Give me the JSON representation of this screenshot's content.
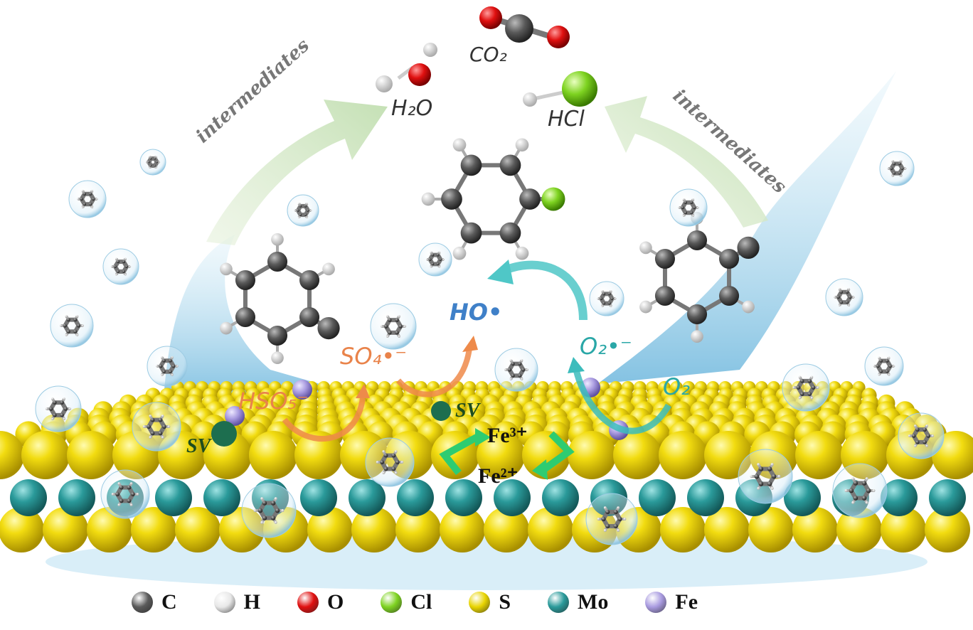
{
  "products": {
    "water": "H₂O",
    "co2": "CO₂",
    "hcl": "HCl"
  },
  "pathway_labels": {
    "left": "intermediates",
    "right": "intermediates"
  },
  "species": {
    "hydroxyl": "HO•",
    "sulfate_radical": "SO₄•⁻",
    "peroxymonosulfate": "HSO₅⁻",
    "superoxide": "O₂•⁻",
    "oxygen": "O₂",
    "fe3": "Fe³⁺",
    "fe2": "Fe²⁺",
    "sv_left": "SV",
    "sv_center": "SV"
  },
  "legend": [
    {
      "symbol": "C",
      "color": "#5a5a5a"
    },
    {
      "symbol": "H",
      "color": "#e8e8e8"
    },
    {
      "symbol": "O",
      "color": "#e01010"
    },
    {
      "symbol": "Cl",
      "color": "#7ed321"
    },
    {
      "symbol": "S",
      "color": "#e8d400"
    },
    {
      "symbol": "Mo",
      "color": "#2a9a9a"
    },
    {
      "symbol": "Fe",
      "color": "#a99be0"
    }
  ],
  "colors": {
    "sulfur": "#e8d400",
    "molybdenum": "#2a9a9a",
    "iron": "#a99be0",
    "orange_arrow": "#ee8a4a",
    "teal_arrow": "#3cbcbc",
    "green_arrow": "#2ecc71"
  }
}
